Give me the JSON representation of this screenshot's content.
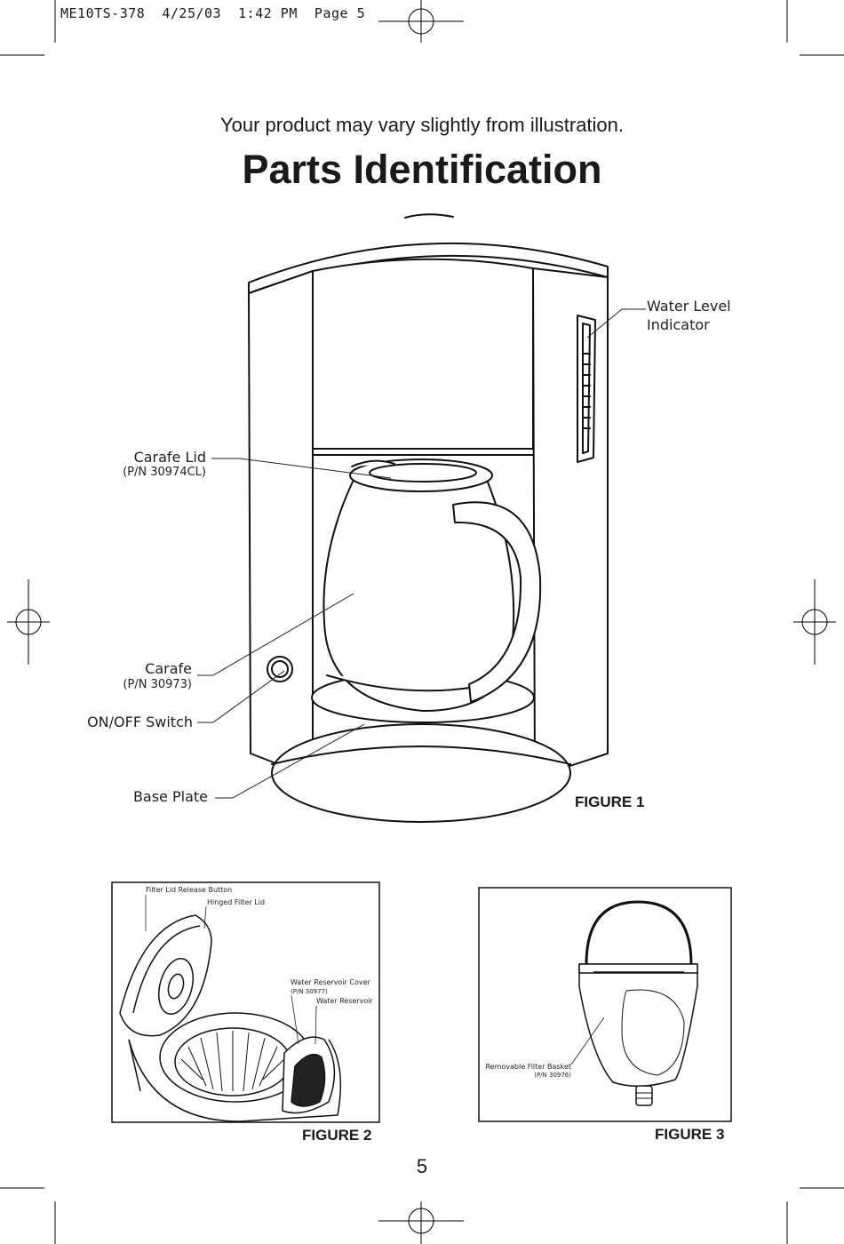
{
  "slug": "ME10TS-378  4/25/03  1:42 PM  Page 5",
  "subtitle": "Your product may vary slightly from illustration.",
  "title": "Parts Identification",
  "figure1": {
    "caption": "FIGURE 1",
    "water_level": [
      "Water Level",
      "Indicator"
    ],
    "carafe_lid": "Carafe Lid",
    "carafe_lid_pn": "(P/N 30974CL)",
    "carafe": "Carafe",
    "carafe_pn": "(P/N 30973)",
    "switch": "ON/OFF Switch",
    "base_plate": "Base Plate"
  },
  "figure2": {
    "caption": "FIGURE 2",
    "release_button": "Filter Lid Release Button",
    "hinged_lid": "Hinged Filter Lid",
    "reservoir_cover": "Water Reservoir Cover",
    "reservoir_cover_pn": "(P/N 30977)",
    "reservoir": "Water Reservoir"
  },
  "figure3": {
    "caption": "FIGURE 3",
    "basket": "Removable Filter Basket",
    "basket_pn": "(P/N 30976)"
  },
  "page_number": "5"
}
